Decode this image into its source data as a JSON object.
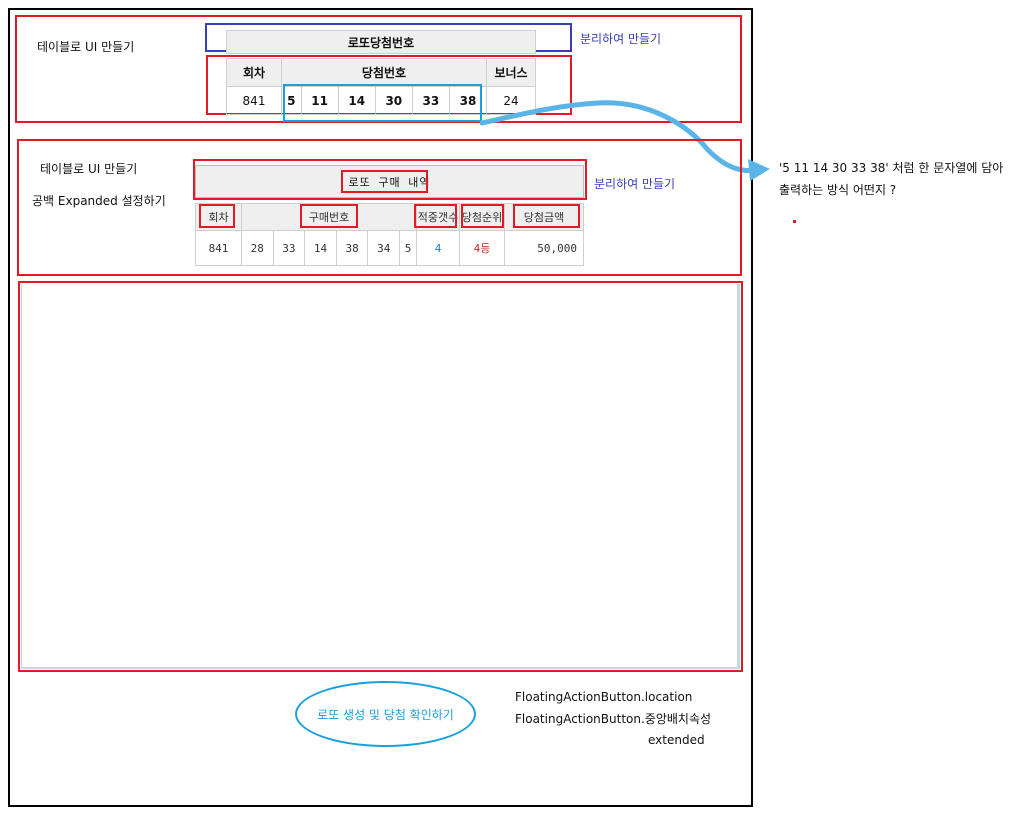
{
  "section1": {
    "label": "테이블로 UI 만들기",
    "note": "분리하여 만들기",
    "table_title": "로또당첨번호",
    "headers": {
      "round": "회차",
      "numbers": "당첨번호",
      "bonus": "보너스"
    },
    "row": {
      "round": "841",
      "numbers": [
        "5",
        "11",
        "14",
        "30",
        "33",
        "38"
      ],
      "bonus": "24"
    }
  },
  "section2": {
    "label": "테이블로 UI 만들기",
    "sublabel": "공백 Expanded 설정하기",
    "note": "분리하여 만들기",
    "table_title": "로또 구매 내역",
    "headers": {
      "round": "회차",
      "numbers": "구매번호",
      "hits": "적중갯수",
      "rank": "당첨순위",
      "amount": "당첨금액"
    },
    "row": {
      "round": "841",
      "numbers": [
        "28",
        "33",
        "14",
        "38",
        "34",
        "5"
      ],
      "hits": "4",
      "rank": "4등",
      "amount": "50,000"
    }
  },
  "side_note": {
    "line1": "'5 11 14 30 33 38' 처럼 한 문자열에 담아",
    "line2": "출력하는 방식 어떤지 ?"
  },
  "fab": {
    "label": "로또 생성 및 당첨 확인하기",
    "note_line1": "FloatingActionButton.location",
    "note_line2": "FloatingActionButton.중앙배치속성",
    "note_line3": "extended"
  },
  "colors": {
    "red": "#e01b24",
    "blue": "#3a3fb8",
    "cyan": "#1aa0dc"
  }
}
